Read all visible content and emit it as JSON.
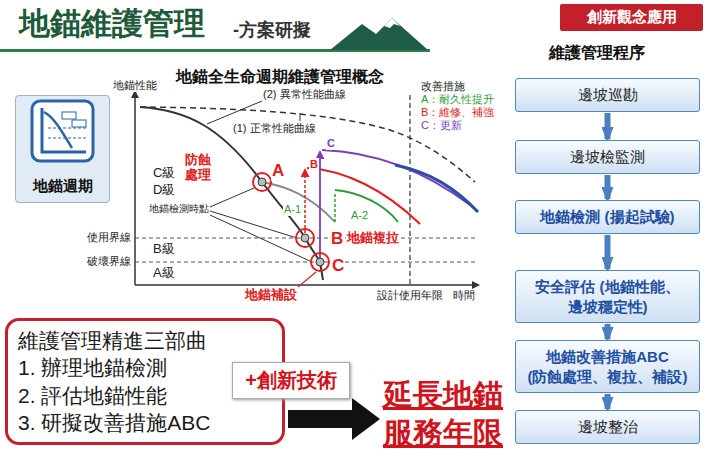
{
  "diagram": {
    "title": "地錨維護管理",
    "nodes": [
      {
        "text": [
          "創新觀念應用"
        ]
      },
      {
        "text": [
          "地錨週期"
        ]
      },
      {
        "text": [
          "邊坡巡勘"
        ]
      },
      {
        "text": [
          "邊坡檢監測"
        ]
      },
      {
        "text": [
          "地錨檢測 (揚起試驗)"
        ]
      },
      {
        "text": [
          "安全評估 (地錨性能、邊坡穩定性)"
        ]
      },
      {
        "text": [
          "地錨改善措施ABC (防蝕處理、複拉、補設)"
        ]
      },
      {
        "text": [
          "邊坡整治"
        ]
      },
      {
        "text": [
          "維護管理精進三部曲",
          "1. 辦理地錨檢測",
          "2. 評估地錨性能",
          "3. 研擬改善措施ABC"
        ]
      },
      {
        "text": [
          "+創新技術"
        ]
      }
    ],
    "edges": [
      {
        "from": 2,
        "to": 3,
        "arrow": "to"
      },
      {
        "from": 3,
        "to": 4,
        "arrow": "to"
      },
      {
        "from": 4,
        "to": 5,
        "arrow": "to"
      },
      {
        "from": 5,
        "to": 6,
        "arrow": "to"
      },
      {
        "from": 6,
        "to": 7,
        "arrow": "to"
      }
    ],
    "labels": [
      "-方案研擬",
      "地錨全生命週期維護管理概念",
      "地錨性能",
      "(2) 異常性能曲線",
      "(1) 正常性能曲線",
      "改善措施",
      "A：耐久性提升",
      "B：維修、補強",
      "C：更新",
      "C級",
      "D級",
      "防蝕處理",
      "A",
      "A-1",
      "B",
      "C",
      "A-2",
      "地錨檢測時點",
      "使用界線",
      "B級",
      "B",
      "地錨複拉",
      "破壞界線",
      "A級",
      "C",
      "設計使用年限",
      "時間",
      "地錨補設",
      "維護管理程序",
      "延長地錨 服務年限"
    ]
  }
}
